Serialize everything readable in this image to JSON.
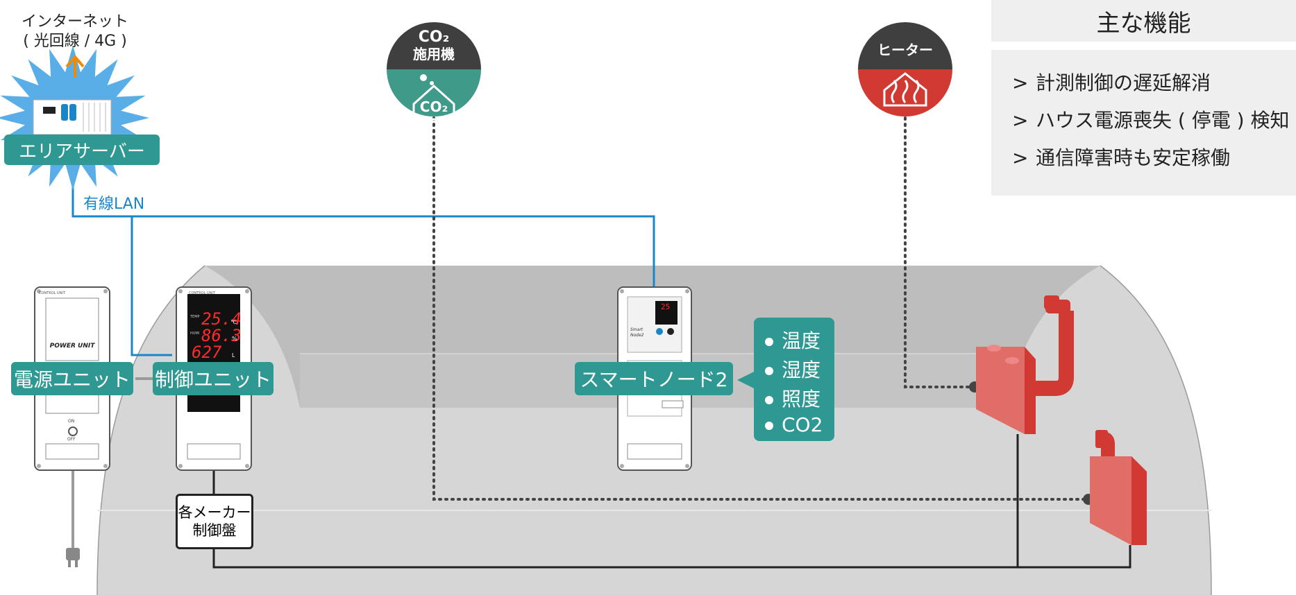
{
  "internet": {
    "line1": "インターネット",
    "line2": "( 光回線 / 4G )"
  },
  "area_server": {
    "label": "エリアサーバー",
    "link_label": "有線LAN"
  },
  "co2_device": {
    "line1": "CO₂",
    "line2": "施用機",
    "icon_text": "CO₂"
  },
  "heater": {
    "label": "ヒーター"
  },
  "panel": {
    "title": "主な機能",
    "chevron": ">",
    "features": [
      "計測制御の遅延解消",
      "ハウス電源喪失 ( 停電 ) 検知",
      "通信障害時も安定稼働"
    ]
  },
  "power_unit": {
    "label": "電源ユニット",
    "face_text": "POWER UNIT",
    "header_text": "CONTROL UNIT",
    "on": "ON",
    "off": "OFF"
  },
  "control_unit": {
    "label": "制御ユニット",
    "readout_temp": "25.4",
    "unit_temp": "℃",
    "readout_humid": "86.3",
    "unit_humid": "%",
    "readout_co2": "627",
    "unit_co2": "L",
    "header_text": "CONTROL UNIT",
    "temp_label": "TEMP",
    "humid_label": "HUMI"
  },
  "maker_panel": {
    "line1": "各メーカー",
    "line2": "制御盤"
  },
  "smart_node": {
    "label": "スマートノード2",
    "readout": "25",
    "brand": "Smart Node2"
  },
  "measurements": [
    "温度",
    "湿度",
    "照度",
    "CO2"
  ],
  "colors": {
    "teal": "#2f9893",
    "dark": "#3f3f3f",
    "red": "#d03a33",
    "lan_blue": "#1a86c8",
    "tunnel_gray": "#d4d4d4"
  }
}
